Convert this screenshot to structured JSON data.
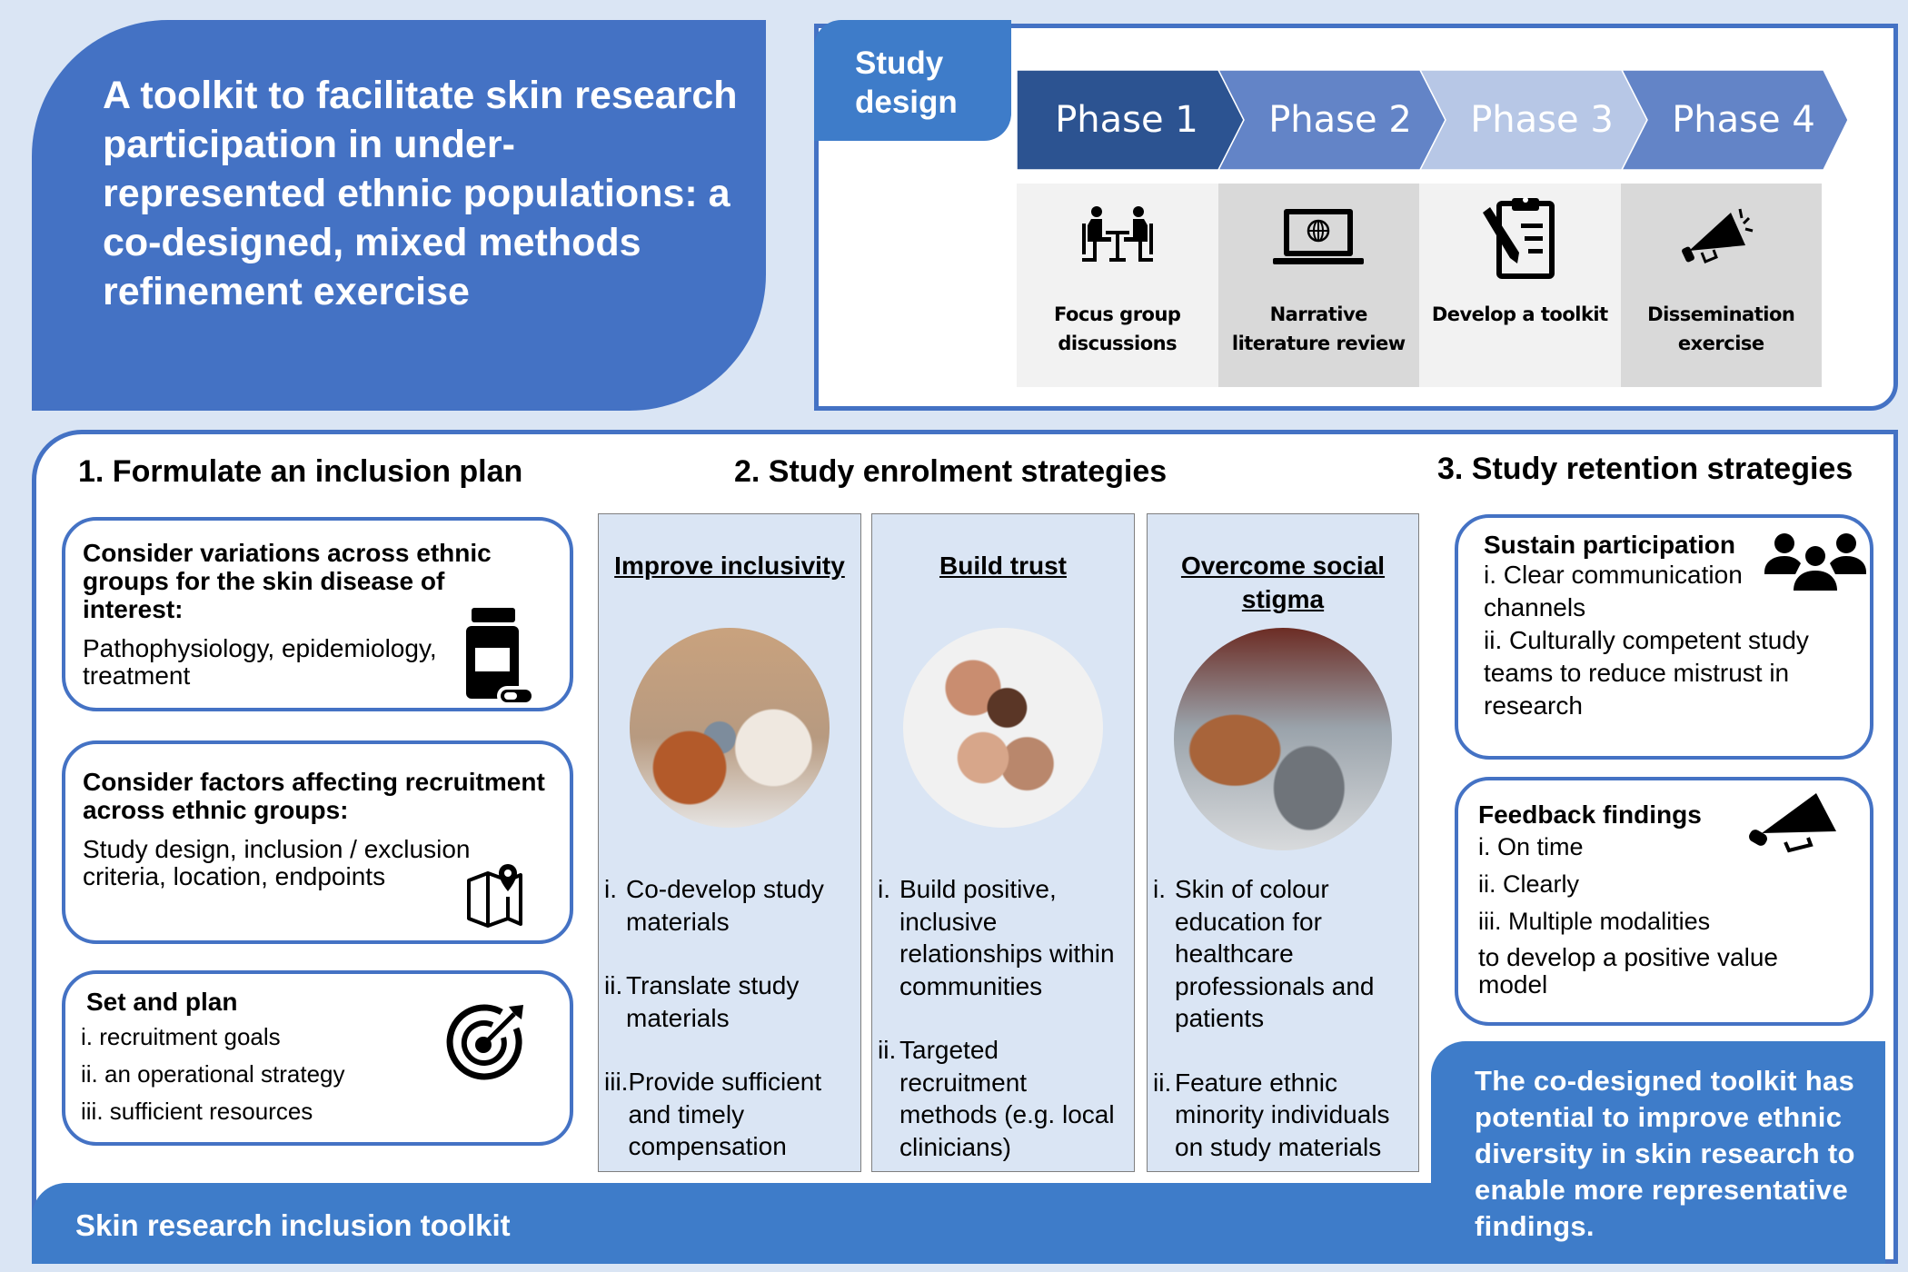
{
  "header": {
    "title": "A toolkit to facilitate skin research participation in under-represented ethnic populations: a co-designed, mixed methods refinement exercise"
  },
  "study_design": {
    "label_line1": "Study",
    "label_line2": "design",
    "phases": [
      {
        "label": "Phase 1",
        "color": "#2c5391",
        "activity_line1": "Focus group",
        "activity_line2": "discussions",
        "icon": "people-at-table-icon"
      },
      {
        "label": "Phase 2",
        "color": "#6384c7",
        "activity_line1": "Narrative",
        "activity_line2": "literature review",
        "icon": "laptop-globe-icon"
      },
      {
        "label": "Phase 3",
        "color": "#b7c7e6",
        "activity_line1": "Develop a toolkit",
        "activity_line2": "",
        "icon": "clipboard-pencil-icon"
      },
      {
        "label": "Phase 4",
        "color": "#6384c7",
        "activity_line1": "Dissemination",
        "activity_line2": "exercise",
        "icon": "megaphone-icon"
      }
    ]
  },
  "section1": {
    "title": "1. Formulate an inclusion plan",
    "boxes": [
      {
        "heading": "Consider variations across ethnic groups for the skin disease of interest:",
        "body": "Pathophysiology, epidemiology, treatment",
        "icon": "medicine-bottle-icon"
      },
      {
        "heading": "Consider factors affecting recruitment across ethnic groups:",
        "body": "Study design, inclusion / exclusion criteria, location, endpoints",
        "icon": "map-pin-icon"
      },
      {
        "heading": "Set and plan",
        "items": [
          "i. recruitment goals",
          "ii. an operational strategy",
          "iii. sufficient resources"
        ],
        "icon": "target-icon"
      }
    ]
  },
  "section2": {
    "title": "2. Study enrolment strategies",
    "columns": [
      {
        "heading": "Improve inclusivity",
        "photo": "students-studying-photo",
        "items": [
          {
            "num": "i.",
            "text": "Co-develop study materials"
          },
          {
            "num": "ii.",
            "text": "Translate study materials"
          },
          {
            "num": "iii.",
            "text": "Provide sufficient and timely compensation"
          }
        ]
      },
      {
        "heading": "Build trust",
        "photo": "linked-hands-photo",
        "items": [
          {
            "num": "i.",
            "text": "Build positive, inclusive relationships within communities"
          },
          {
            "num": "ii.",
            "text": "Targeted recruitment methods (e.g. local clinicians)"
          }
        ]
      },
      {
        "heading": "Overcome social stigma",
        "photo": "typing-laptop-photo",
        "items": [
          {
            "num": "i.",
            "text": "Skin of colour education for healthcare professionals and patients"
          },
          {
            "num": "ii.",
            "text": "Feature ethnic minority individuals on study materials"
          }
        ]
      }
    ]
  },
  "section3": {
    "title": "3. Study retention strategies",
    "boxes": [
      {
        "heading": "Sustain participation",
        "items": [
          "i. Clear communication channels",
          "ii. Culturally competent study teams to reduce mistrust in research"
        ],
        "icon": "group-people-icon"
      },
      {
        "heading": "Feedback findings",
        "items": [
          "i. On time",
          "ii. Clearly",
          "iii. Multiple modalities"
        ],
        "footer": "to develop a positive value model",
        "icon": "megaphone-icon"
      }
    ]
  },
  "conclusion": "The co-designed toolkit has potential to improve ethnic diversity in skin research to enable more representative findings.",
  "footer": {
    "label": "Skin research inclusion toolkit"
  },
  "colors": {
    "background": "#dae5f4",
    "primary_blue": "#4472c4",
    "accent_blue": "#3e7cc9",
    "column_fill": "#dae5f4"
  }
}
